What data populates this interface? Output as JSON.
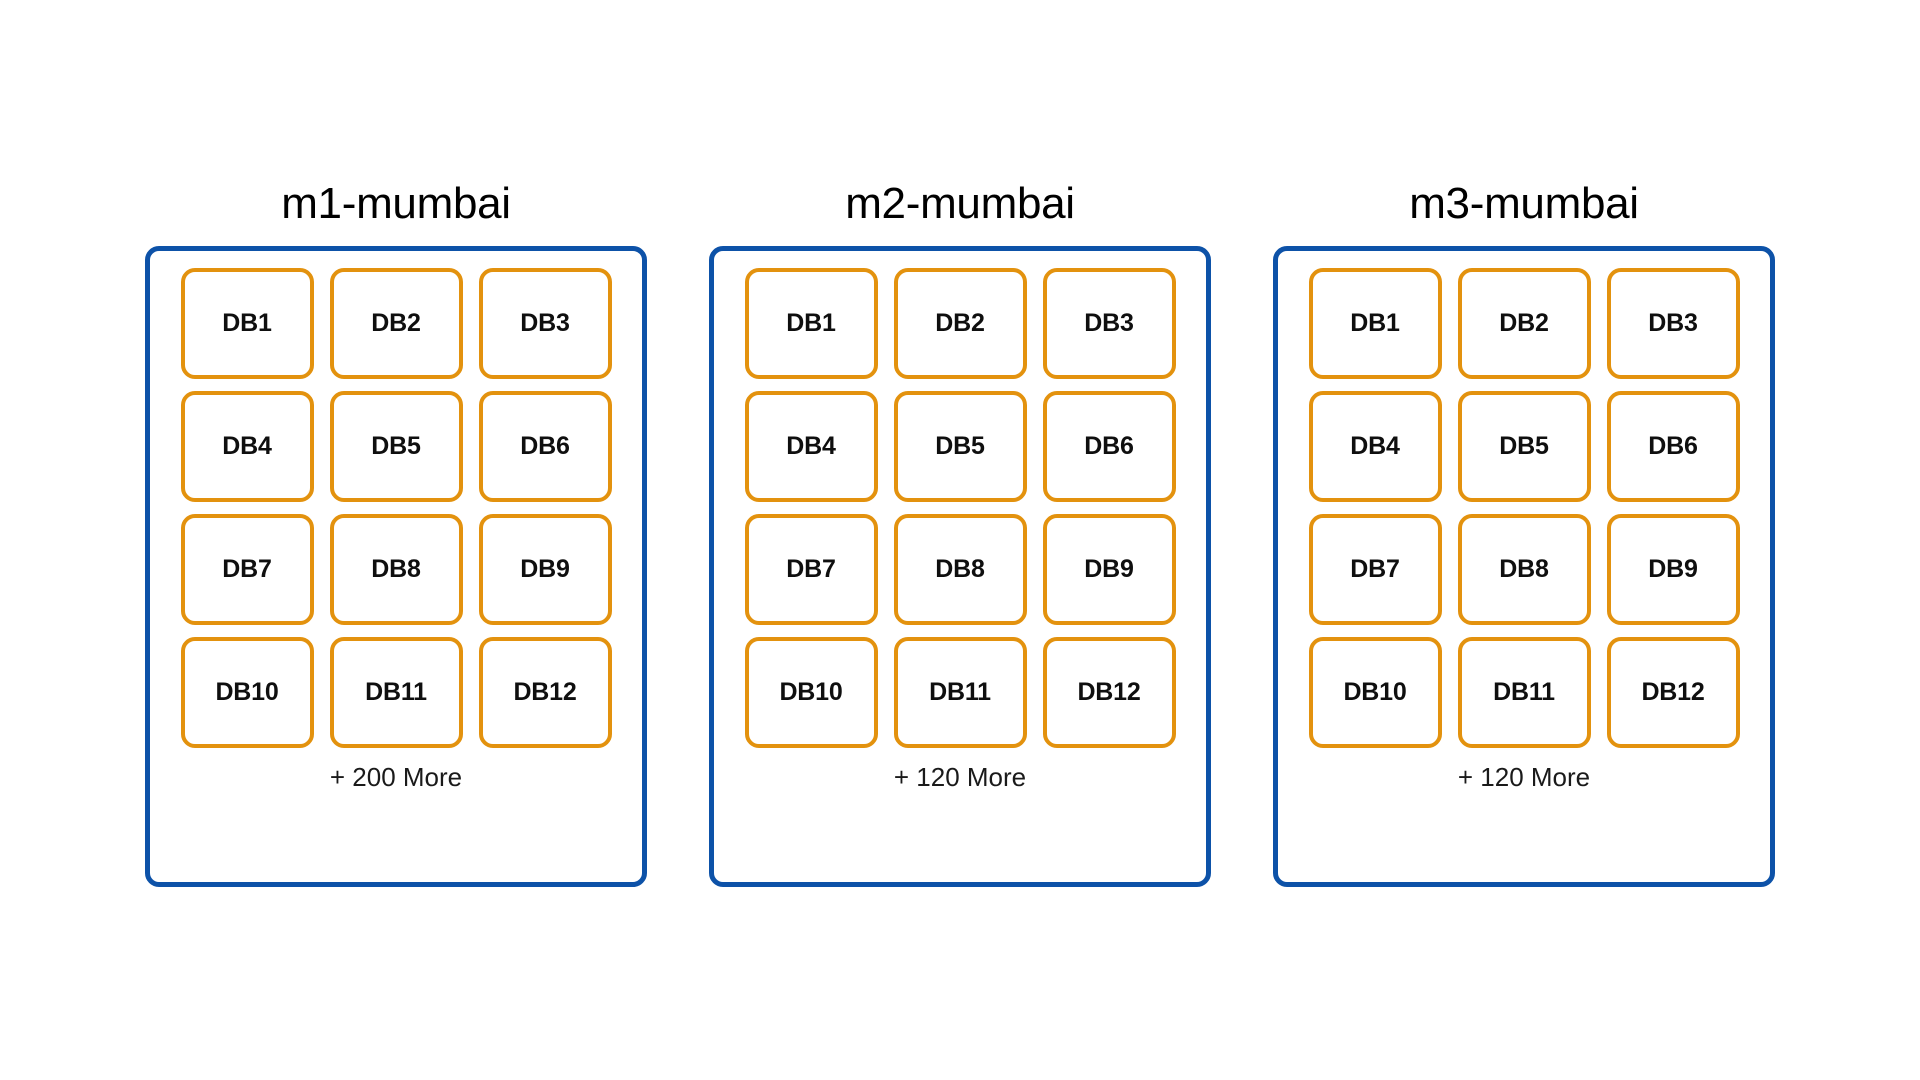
{
  "diagram": {
    "type": "grouped-node-grid",
    "background_color": "#ffffff",
    "panel_border_color": "#0d52a8",
    "node_border_color": "#e3920e",
    "text_color": "#000000",
    "panels": [
      {
        "title": "m1-mumbai",
        "nodes": [
          "DB1",
          "DB2",
          "DB3",
          "DB4",
          "DB5",
          "DB6",
          "DB7",
          "DB8",
          "DB9",
          "DB10",
          "DB11",
          "DB12"
        ],
        "more_label": "+ 200 More",
        "more_count": 200,
        "visible_node_count": 12,
        "total_node_count": 212
      },
      {
        "title": "m2-mumbai",
        "nodes": [
          "DB1",
          "DB2",
          "DB3",
          "DB4",
          "DB5",
          "DB6",
          "DB7",
          "DB8",
          "DB9",
          "DB10",
          "DB11",
          "DB12"
        ],
        "more_label": "+ 120 More",
        "more_count": 120,
        "visible_node_count": 12,
        "total_node_count": 132
      },
      {
        "title": "m3-mumbai",
        "nodes": [
          "DB1",
          "DB2",
          "DB3",
          "DB4",
          "DB5",
          "DB6",
          "DB7",
          "DB8",
          "DB9",
          "DB10",
          "DB11",
          "DB12"
        ],
        "more_label": "+ 120 More",
        "more_count": 120,
        "visible_node_count": 12,
        "total_node_count": 132
      }
    ]
  }
}
